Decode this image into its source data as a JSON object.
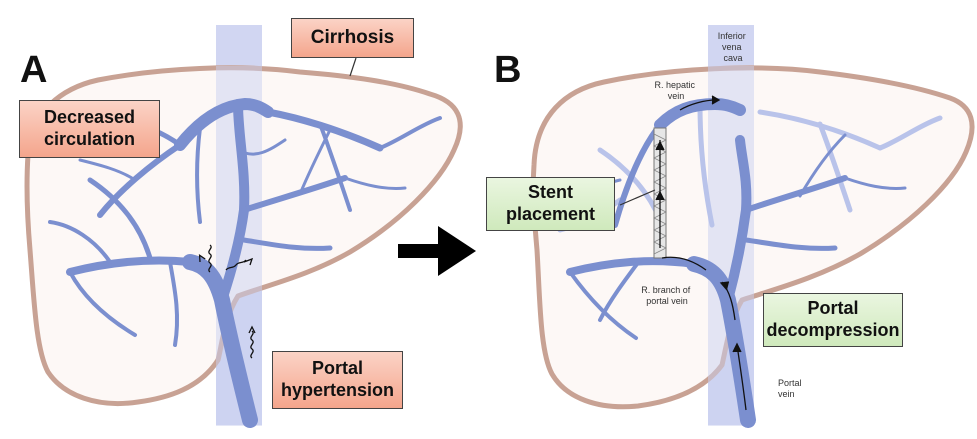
{
  "panels": {
    "a": {
      "letter": "A",
      "callouts": {
        "cirrhosis": "Cirrhosis",
        "decreased_circulation": "Decreased\ncirculation",
        "portal_hypertension": "Portal\nhypertension"
      }
    },
    "b": {
      "letter": "B",
      "callouts": {
        "stent_placement": "Stent\nplacement",
        "portal_decompression": "Portal\ndecompression"
      },
      "labels": {
        "inferior_vena_cava": [
          "Inferior",
          "vena",
          "cava"
        ],
        "r_hepatic_vein": [
          "R. hepatic",
          "vein"
        ],
        "r_branch_portal_vein": [
          "R. branch of",
          "portal vein"
        ],
        "portal_vein": [
          "Portal",
          "vein"
        ]
      }
    }
  },
  "colors": {
    "liver_fill": "#fdf8f6",
    "liver_edge": "#c8a294",
    "vein": "#7b8fcf",
    "vena_cava": "#c9cff0",
    "red_callout": "#f6b09a",
    "green_callout": "#d4ecc2",
    "arrow": "#000000"
  }
}
